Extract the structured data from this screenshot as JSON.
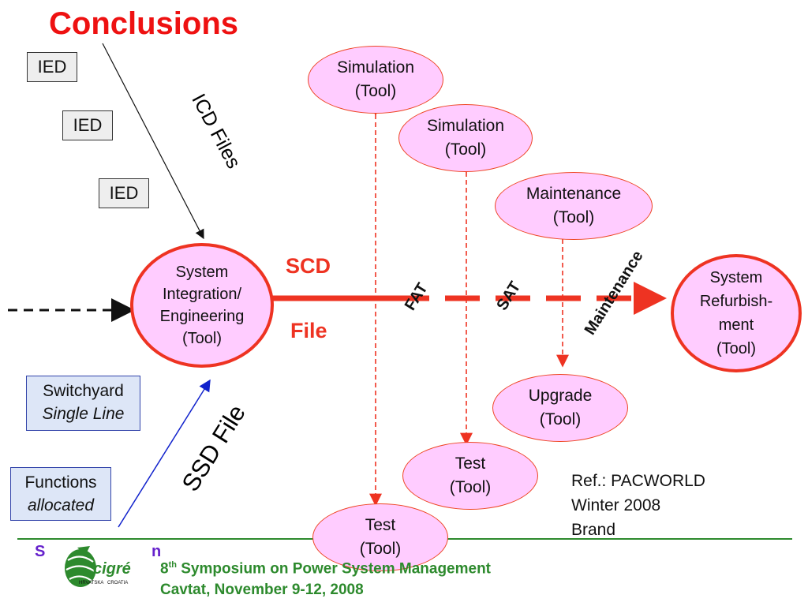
{
  "title": "Conclusions",
  "ied_boxes": [
    "IED",
    "IED",
    "IED"
  ],
  "labels": {
    "icd_files": "ICD Files",
    "ssd_file": "SSD File",
    "scd": "SCD",
    "file": "File",
    "fat": "FAT",
    "sat": "SAT",
    "maintenance": "Maintenance"
  },
  "input_boxes": {
    "switchyard_line1": "Switchyard",
    "switchyard_line2": "Single Line",
    "functions_line1": "Functions",
    "functions_line2": "allocated"
  },
  "nodes": {
    "system_integration": [
      "System",
      "Integration/",
      "Engineering",
      "(Tool)"
    ],
    "sim1": [
      "Simulation",
      "(Tool)"
    ],
    "sim2": [
      "Simulation",
      "(Tool)"
    ],
    "maint": [
      "Maintenance",
      "(Tool)"
    ],
    "upgrade": [
      "Upgrade",
      "(Tool)"
    ],
    "test1": [
      "Test",
      "(Tool)"
    ],
    "test2": [
      "Test",
      "(Tool)"
    ],
    "refurb": [
      "System",
      "Refurbish-",
      "ment",
      "(Tool)"
    ]
  },
  "reference": [
    "Ref.: PACWORLD",
    "Winter 2008",
    "Brand"
  ],
  "partial_text": "S",
  "partial_text_end": "n",
  "logo": {
    "text": "cigré",
    "sub": "HRVATSKA   CROATIA"
  },
  "footer": {
    "line1_sup_num": "8",
    "line1_sup": "th",
    "line1_rest": " Symposium on Power System Management",
    "line2": "Cavtat, November 9-12, 2008"
  },
  "colors": {
    "title": "#ee1111",
    "arrow": "#ee3322",
    "footer": "#2d8a2d",
    "node_fill": "#ffccff"
  }
}
